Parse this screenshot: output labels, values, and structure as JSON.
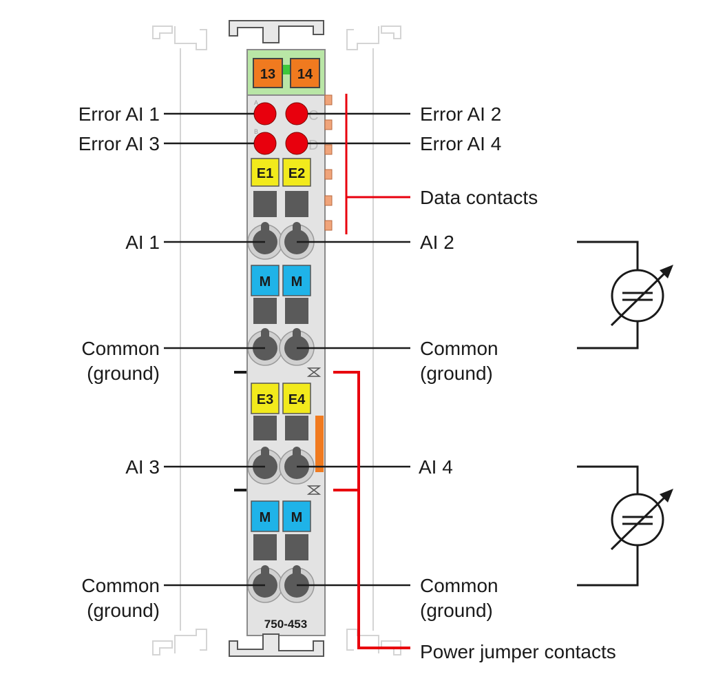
{
  "module": {
    "part_number": "750-453",
    "top_connectors": [
      "13",
      "14"
    ],
    "led_letters": [
      "A",
      "C",
      "B",
      "D"
    ],
    "channel_keys": [
      "E1",
      "E2",
      "M",
      "M",
      "E3",
      "E4",
      "M",
      "M"
    ]
  },
  "labels": {
    "error_ai1": "Error AI 1",
    "error_ai2": "Error AI 2",
    "error_ai3": "Error AI 3",
    "error_ai4": "Error AI 4",
    "data_contacts": "Data contacts",
    "ai1": "AI 1",
    "ai2": "AI 2",
    "ai3": "AI 3",
    "ai4": "AI 4",
    "common_line1": "Common",
    "common_line2": "(ground)",
    "power_jumper_contacts": "Power jumper contacts"
  },
  "colors": {
    "module_body": "#e3e3e3",
    "terminal_green": "#b9e6a6",
    "connector_orange": "#f07a1f",
    "led_red": "#e8000d",
    "key_yellow": "#f2ea1c",
    "key_blue": "#1fb3e8",
    "callout_red": "#e8000d",
    "contact_orange": "#f0a47a"
  },
  "symbols": [
    "adjustable-resistor-icon",
    "adjustable-resistor-icon"
  ]
}
